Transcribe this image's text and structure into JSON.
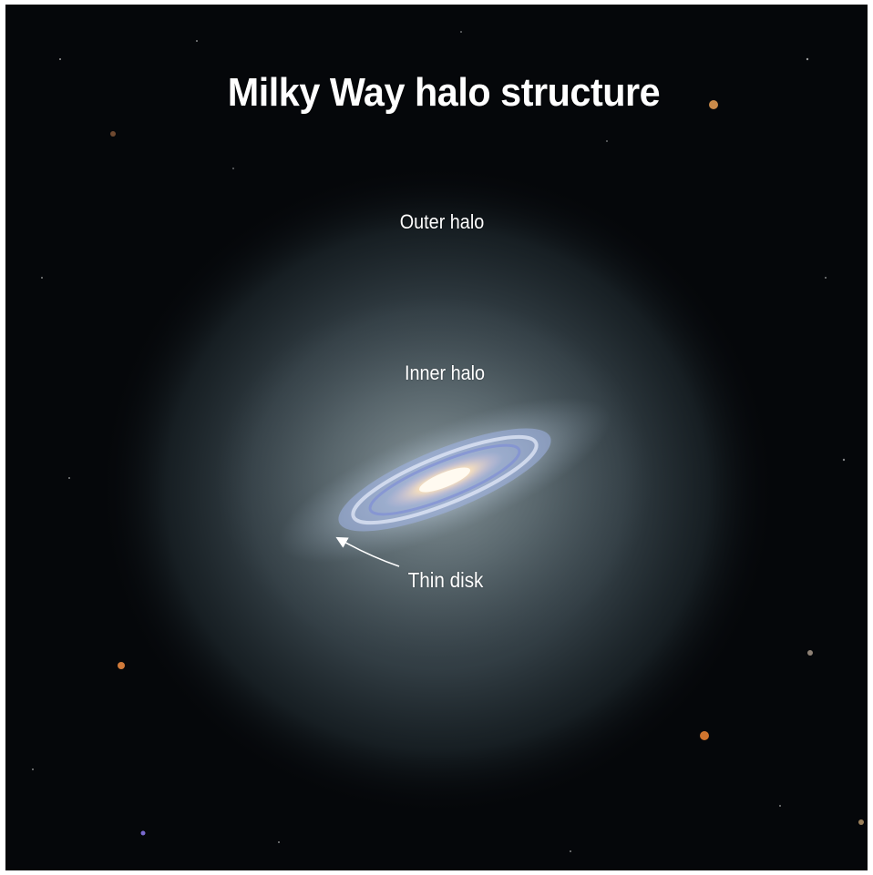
{
  "title": "Milky Way halo structure",
  "labels": {
    "outer_halo": "Outer halo",
    "inner_halo": "Inner halo",
    "thin_disk": "Thin disk"
  },
  "colors": {
    "background": "#05070a",
    "halo": "#5b6a72",
    "text": "#ffffff"
  }
}
